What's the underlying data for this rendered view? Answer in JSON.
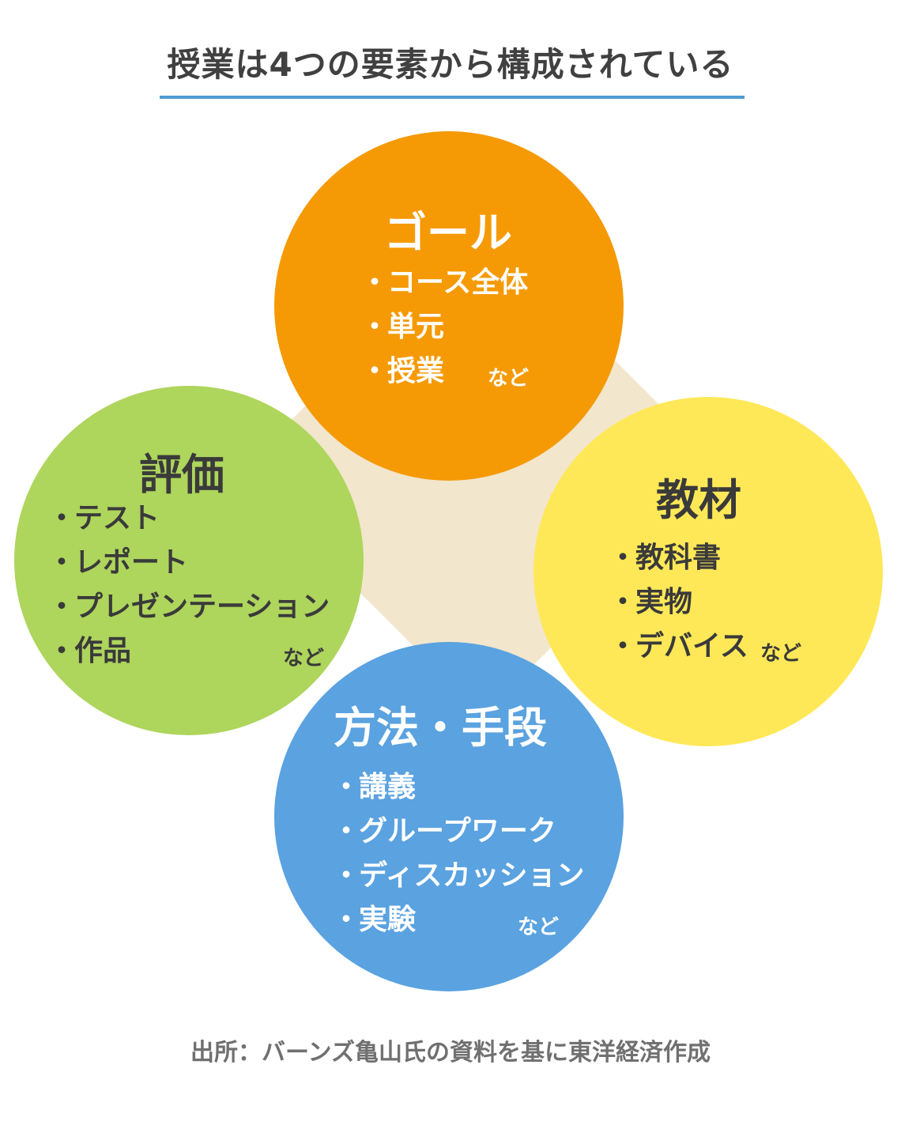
{
  "title": "授業は4つの要素から構成されている",
  "colors": {
    "goal": "#f59a05",
    "evaluation": "#aed55c",
    "materials": "#ffe857",
    "methods": "#5aa2e0",
    "backdrop": "#f2e6cc",
    "rule": "#4f9bd3"
  },
  "bullet": "・",
  "goal": {
    "heading": "ゴール",
    "items": [
      "コース全体",
      "単元",
      "授業"
    ],
    "etc": "など"
  },
  "evaluation": {
    "heading": "評価",
    "items": [
      "テスト",
      "レポート",
      "プレゼンテーション",
      "作品"
    ],
    "etc": "など"
  },
  "materials": {
    "heading": "教材",
    "items": [
      "教科書",
      "実物",
      "デバイス"
    ],
    "etc": "など"
  },
  "methods": {
    "heading": "方法・手段",
    "items": [
      "講義",
      "グループワーク",
      "ディスカッション",
      "実験"
    ],
    "etc": "など"
  },
  "source": "出所：バーンズ亀山氏の資料を基に東洋経済作成"
}
